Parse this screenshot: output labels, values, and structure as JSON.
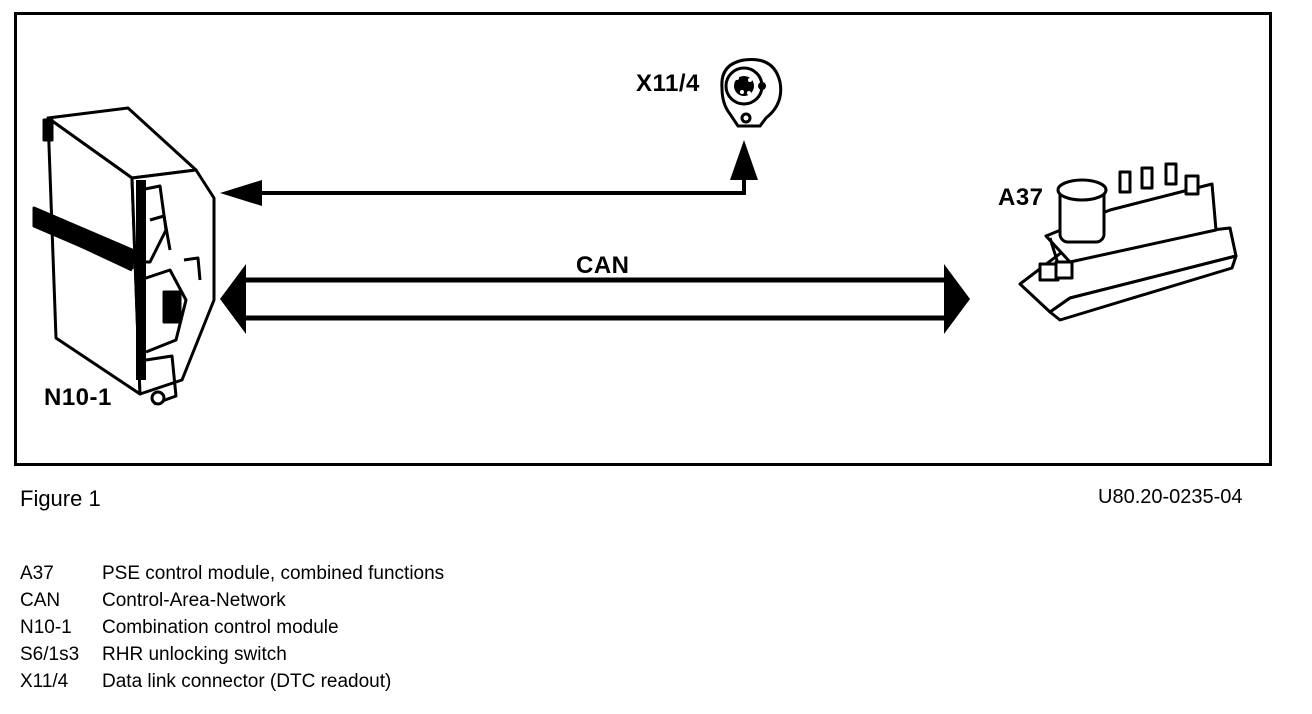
{
  "labels": {
    "connector": "X11/4",
    "pse_module": "A37",
    "bus": "CAN",
    "control_module": "N10-1"
  },
  "caption": {
    "figure": "Figure 1",
    "reference": "U80.20-0235-04"
  },
  "legend": [
    {
      "code": "A37",
      "description": "PSE control module, combined functions"
    },
    {
      "code": "CAN",
      "description": "Control-Area-Network"
    },
    {
      "code": "N10-1",
      "description": "Combination control module"
    },
    {
      "code": "S6/1s3",
      "description": "RHR unlocking switch"
    },
    {
      "code": "X11/4",
      "description": "Data link connector (DTC readout)"
    }
  ]
}
